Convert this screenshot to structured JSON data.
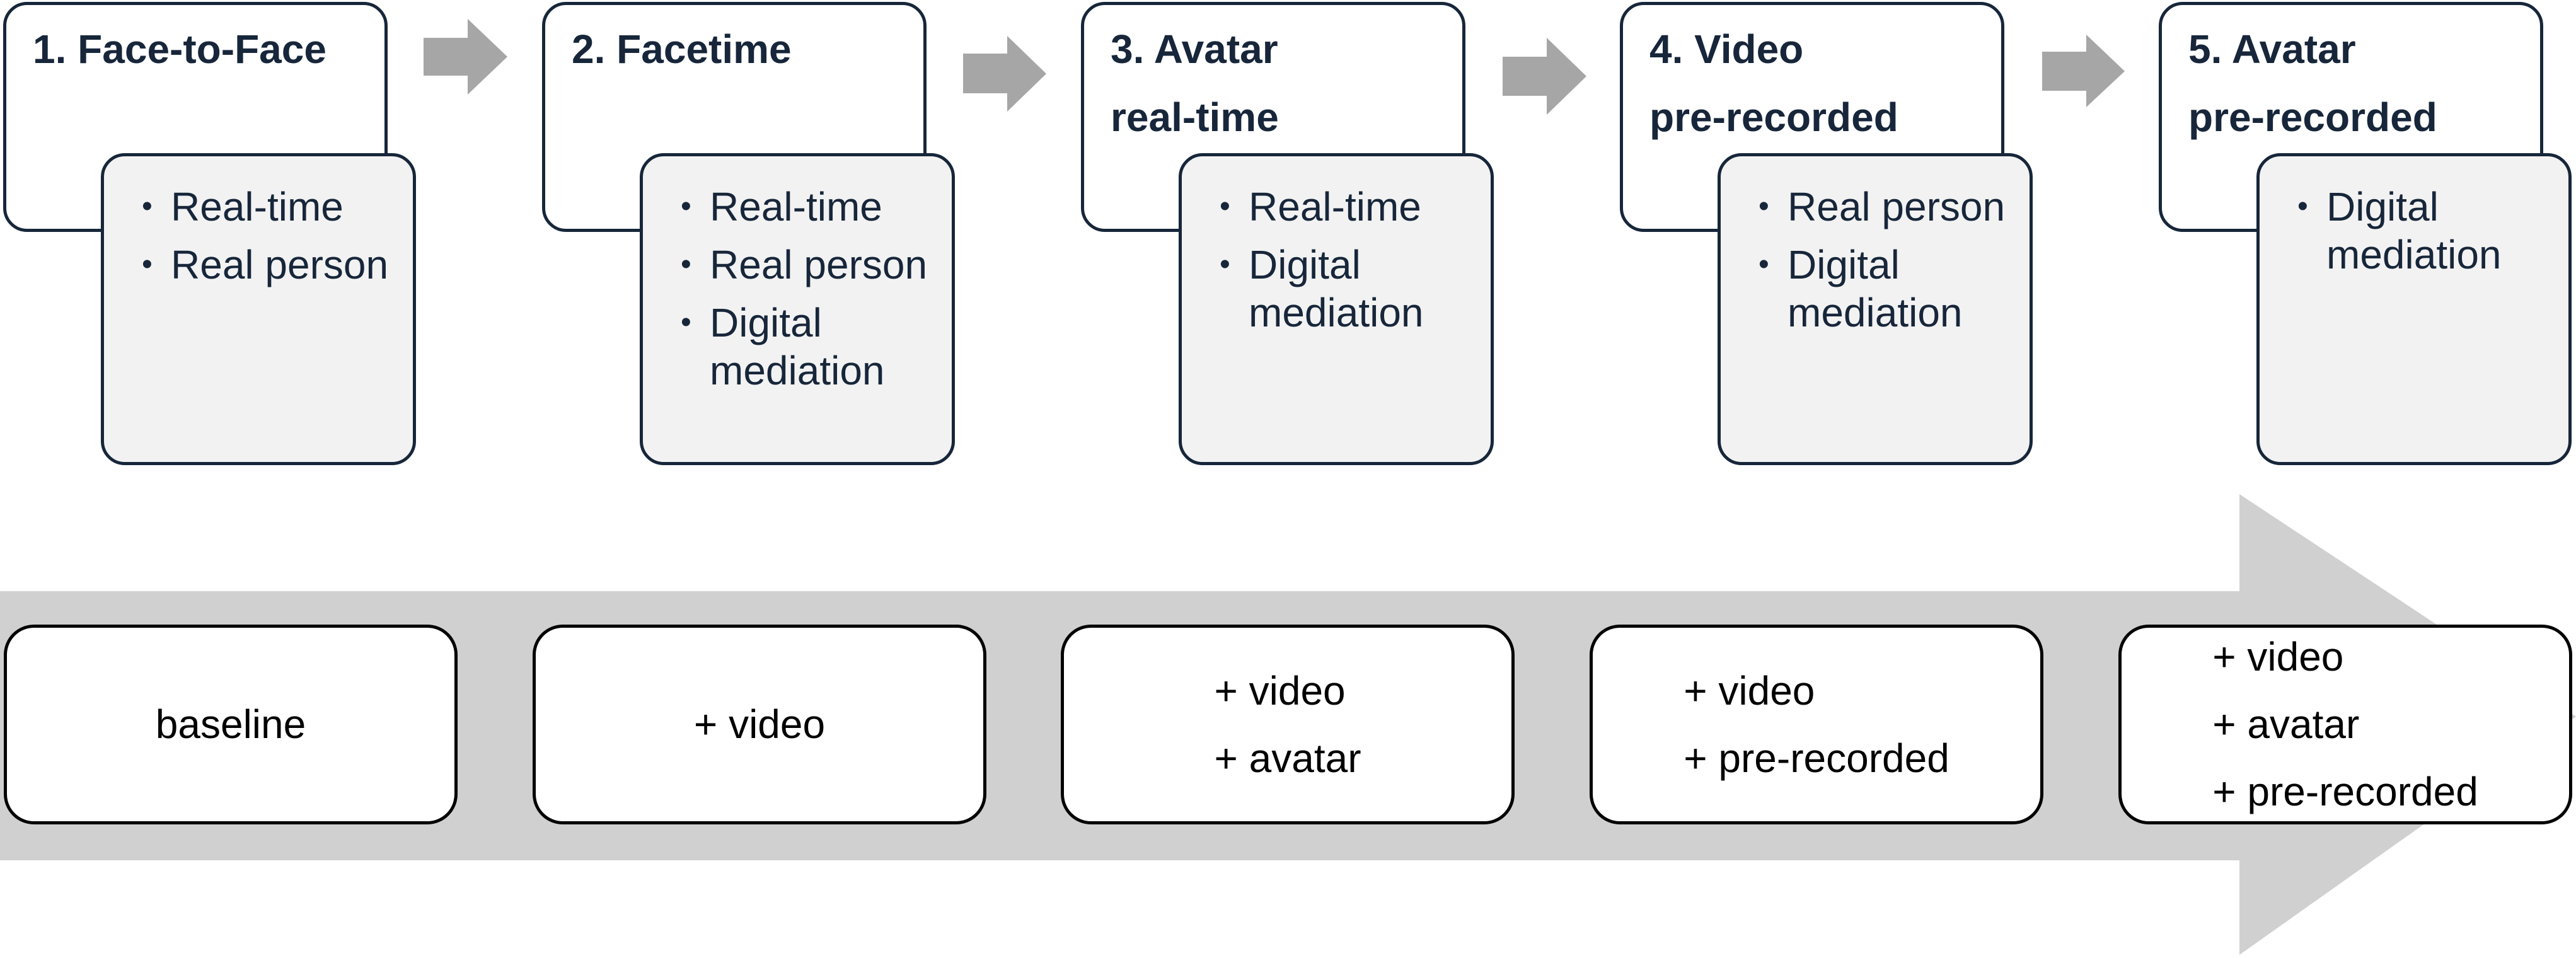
{
  "colors": {
    "title_text": "#17263a",
    "box_border": "#17263a",
    "detail_fill": "#f2f2f2",
    "small_arrow": "#a6a6a6",
    "big_arrow": "#d0d0d0"
  },
  "stages": [
    {
      "title": "1. Face-to-Face",
      "points": [
        "Real-time",
        "Real person"
      ]
    },
    {
      "title": "2. Facetime",
      "points": [
        "Real-time",
        "Real person",
        "Digital mediation"
      ]
    },
    {
      "title": "3. Avatar\nreal-time",
      "points": [
        "Real-time",
        "Digital mediation"
      ]
    },
    {
      "title": "4. Video\npre-recorded",
      "points": [
        "Real person",
        "Digital mediation"
      ]
    },
    {
      "title": "5. Avatar\npre-recorded",
      "points": [
        "Digital mediation"
      ]
    }
  ],
  "steps": [
    {
      "lines": [
        "baseline"
      ]
    },
    {
      "lines": [
        "+ video"
      ]
    },
    {
      "lines": [
        "+ video",
        "+ avatar"
      ]
    },
    {
      "lines": [
        "+ video",
        "+ pre-recorded"
      ]
    },
    {
      "lines": [
        "+ video",
        "+ avatar",
        "+ pre-recorded"
      ]
    }
  ]
}
